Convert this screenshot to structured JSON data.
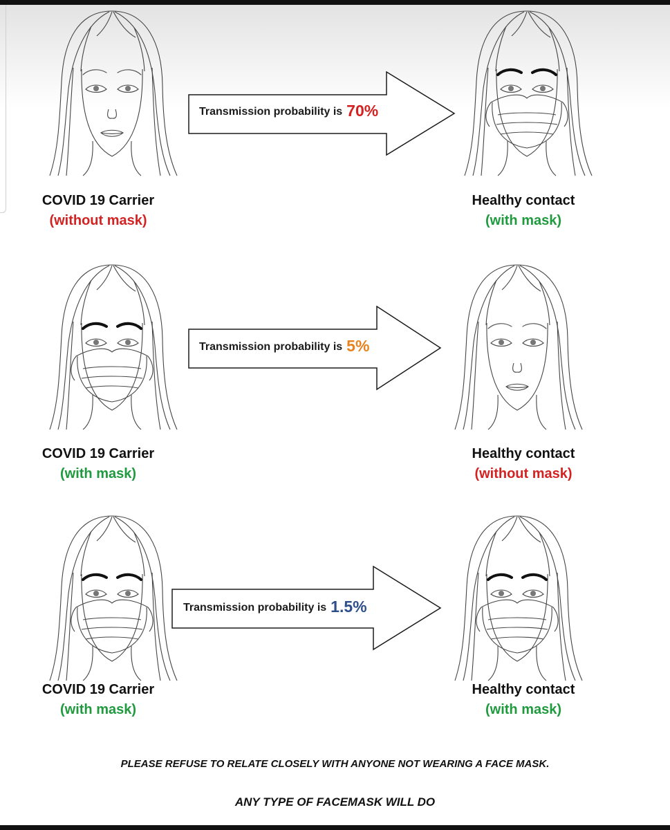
{
  "colors": {
    "red": "#d32222",
    "green": "#1f9a3e",
    "orange": "#e8821e",
    "blue": "#2c4e8a"
  },
  "scenarios": [
    {
      "arrow_text": "Transmission probability is",
      "probability": "70%",
      "probability_color": "#d32222",
      "carrier": {
        "role": "COVID 19 Carrier",
        "mask": "(without mask)",
        "mask_color": "#d32222",
        "masked": false
      },
      "contact": {
        "role": "Healthy contact",
        "mask": "(with mask)",
        "mask_color": "#1f9a3e",
        "masked": true
      }
    },
    {
      "arrow_text": "Transmission probability is",
      "probability": "5%",
      "probability_color": "#e8821e",
      "carrier": {
        "role": "COVID 19 Carrier",
        "mask": "(with mask)",
        "mask_color": "#1f9a3e",
        "masked": true
      },
      "contact": {
        "role": "Healthy contact",
        "mask": "(without mask)",
        "mask_color": "#d32222",
        "masked": false
      }
    },
    {
      "arrow_text": "Transmission probability is",
      "probability": "1.5%",
      "probability_color": "#2c4e8a",
      "carrier": {
        "role": "COVID 19 Carrier",
        "mask": "(with mask)",
        "mask_color": "#1f9a3e",
        "masked": true
      },
      "contact": {
        "role": "Healthy contact",
        "mask": "(with mask)",
        "mask_color": "#1f9a3e",
        "masked": true
      }
    }
  ],
  "footer": {
    "line1": "PLEASE REFUSE TO RELATE CLOSELY WITH ANYONE NOT WEARING A FACE MASK.",
    "line2": "ANY TYPE OF FACEMASK WILL DO"
  }
}
